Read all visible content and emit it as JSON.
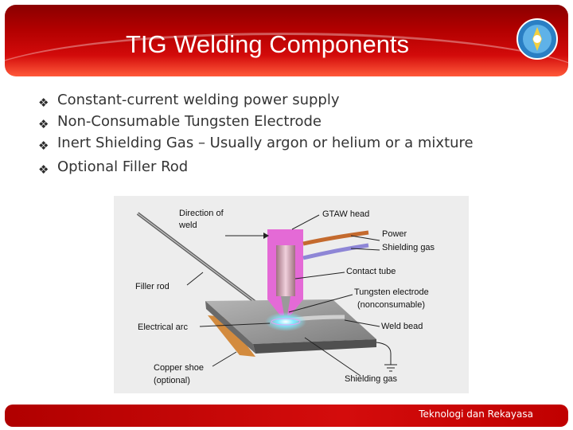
{
  "slide": {
    "title": "TIG Welding Components",
    "bullets": [
      "Constant-current welding power supply",
      "Non-Consumable Tungsten Electrode",
      "Inert Shielding Gas – Usually argon or helium or a mixture",
      "Optional Filler Rod"
    ],
    "footer": "Teknologi dan Rekayasa"
  },
  "diagram": {
    "labels": {
      "direction_1": "Direction of",
      "direction_2": "weld",
      "gtaw_head": "GTAW head",
      "power": "Power",
      "shielding_gas_top": "Shielding gas",
      "contact_tube": "Contact tube",
      "tungsten_1": "Tungsten electrode",
      "tungsten_2": "(nonconsumable)",
      "filler_rod": "Filler rod",
      "electrical_arc": "Electrical arc",
      "weld_bead": "Weld bead",
      "copper_shoe_1": "Copper shoe",
      "copper_shoe_2": "(optional)",
      "shielding_gas_bottom": "Shielding gas"
    }
  },
  "colors": {
    "header": "#c00000",
    "nozzle": "#e46ad6",
    "tube": "#d8a4b7",
    "plate": "#8a8a8a"
  }
}
